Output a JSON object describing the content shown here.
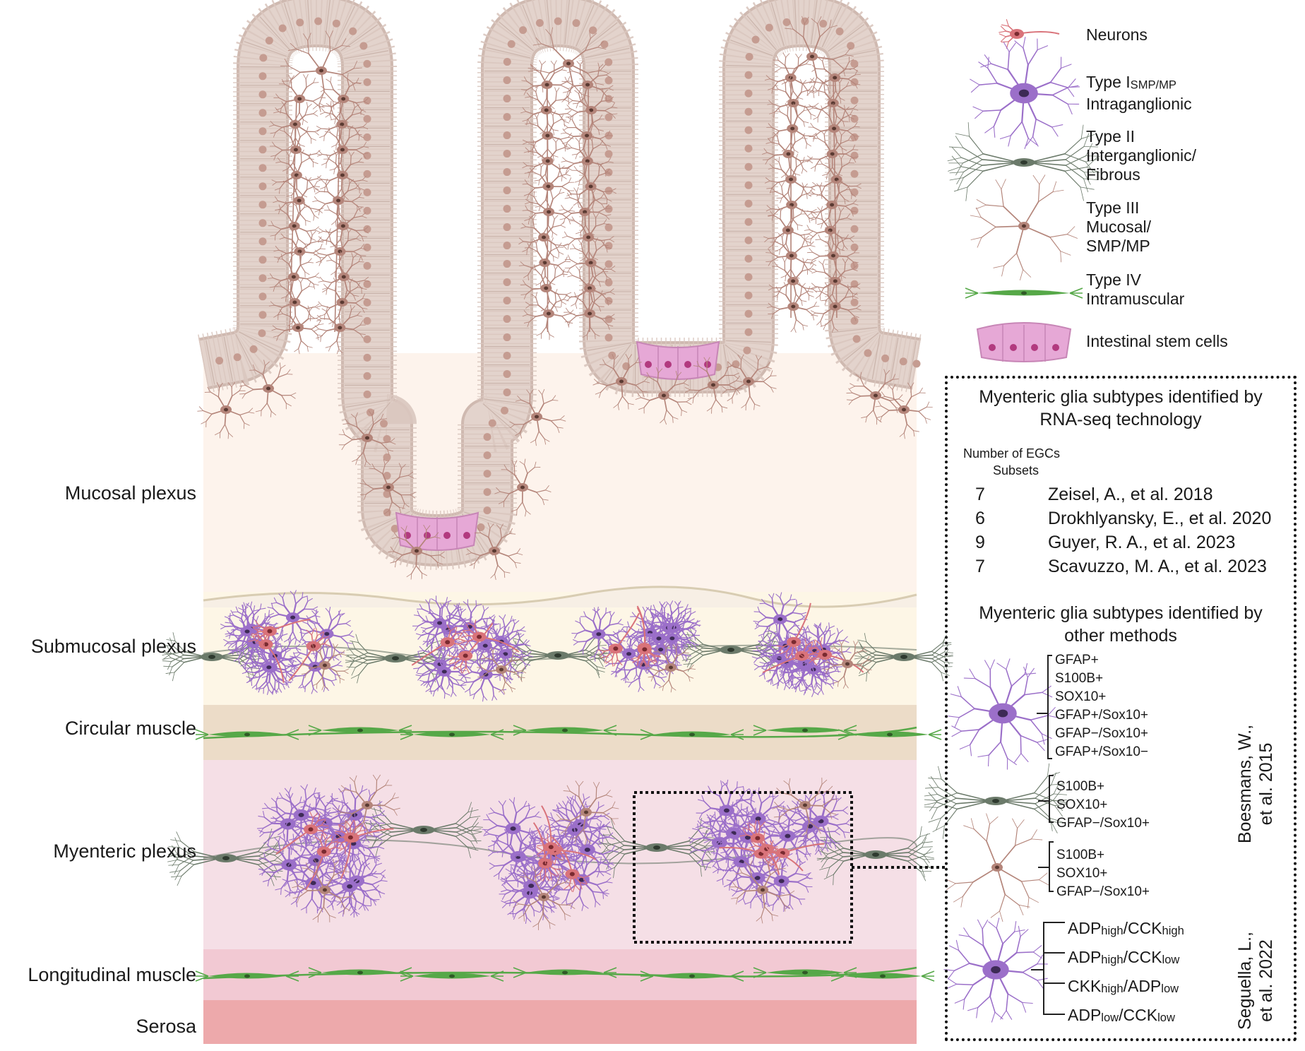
{
  "layers": [
    {
      "id": "mucosal",
      "label": "Mucosal plexus"
    },
    {
      "id": "submucosal",
      "label": "Submucosal plexus"
    },
    {
      "id": "circular",
      "label": "Circular muscle"
    },
    {
      "id": "myenteric",
      "label": "Myenteric plexus"
    },
    {
      "id": "longitudinal",
      "label": "Longitudinal muscle"
    },
    {
      "id": "serosa",
      "label": "Serosa"
    }
  ],
  "legend": {
    "neurons": "Neurons",
    "type1": {
      "line1": "Type I",
      "line1_sub": "SMP/MP",
      "line2": "Intraganglionic"
    },
    "type2": {
      "line1": "Type II",
      "line2": "Interganglionic/",
      "line3": "Fibrous"
    },
    "type3": {
      "line1": "Type III",
      "line2": "Mucosal/",
      "line3": "SMP/MP"
    },
    "type4": {
      "line1": "Type IV",
      "line2": "Intramuscular"
    },
    "stem": "Intestinal stem cells"
  },
  "panel": {
    "rnaseq_title_1": "Myenteric glia subtypes identified by",
    "rnaseq_title_2": "RNA-seq technology",
    "count_head_1": "Number of EGCs",
    "count_head_2": "Subsets",
    "studies": [
      {
        "n": "7",
        "ref": "Zeisel, A., et al. 2018"
      },
      {
        "n": "6",
        "ref": "Drokhlyansky, E., et al. 2020"
      },
      {
        "n": "9",
        "ref": "Guyer, R. A., et al. 2023"
      },
      {
        "n": "7",
        "ref": "Scavuzzo, M. A., et al. 2023"
      }
    ],
    "other_title_1": "Myenteric glia subtypes identified by",
    "other_title_2": "other methods",
    "group1": [
      "GFAP+",
      "S100B+",
      "SOX10+",
      "GFAP+/Sox10+",
      "GFAP−/Sox10+",
      "GFAP+/Sox10−"
    ],
    "group2": [
      "S100B+",
      "SOX10+",
      "GFAP−/Sox10+"
    ],
    "group3": [
      "S100B+",
      "SOX10+",
      "GFAP−/Sox10+"
    ],
    "boesmans_1": "Boesmans, W.,",
    "boesmans_2": "et al. 2015",
    "seguella": [
      {
        "a": "ADP",
        "a_sub": "high",
        "sep": "/",
        "b": "CCK",
        "b_sub": "high"
      },
      {
        "a": "ADP",
        "a_sub": "high",
        "sep": "/",
        "b": "CCK",
        "b_sub": "low"
      },
      {
        "a": "CKK",
        "a_sub": "high",
        "sep": "/",
        "b": "ADP",
        "b_sub": "low"
      },
      {
        "a": "ADP",
        "a_sub": "low",
        "sep": "/",
        "b": "CCK",
        "b_sub": "low"
      }
    ],
    "seguella_ref_1": "Seguella, L.,",
    "seguella_ref_2": "et al. 2022"
  },
  "colors": {
    "lumen": "#fdf3ec",
    "epithelium": "#e3d3cc",
    "submucosa": "#fdf6e6",
    "circular_muscle": "#ecdcc8",
    "myenteric": "#f5dfe6",
    "longitudinal_muscle": "#f2c9d3",
    "serosa": "#eda9ab",
    "neuron": "#d9737a",
    "glia_type1": "#9b6fc9",
    "glia_type2": "#6b7a6a",
    "glia_type3": "#b4857a",
    "glia_type4": "#56a848",
    "stem_cells": "#e6a8d6"
  }
}
